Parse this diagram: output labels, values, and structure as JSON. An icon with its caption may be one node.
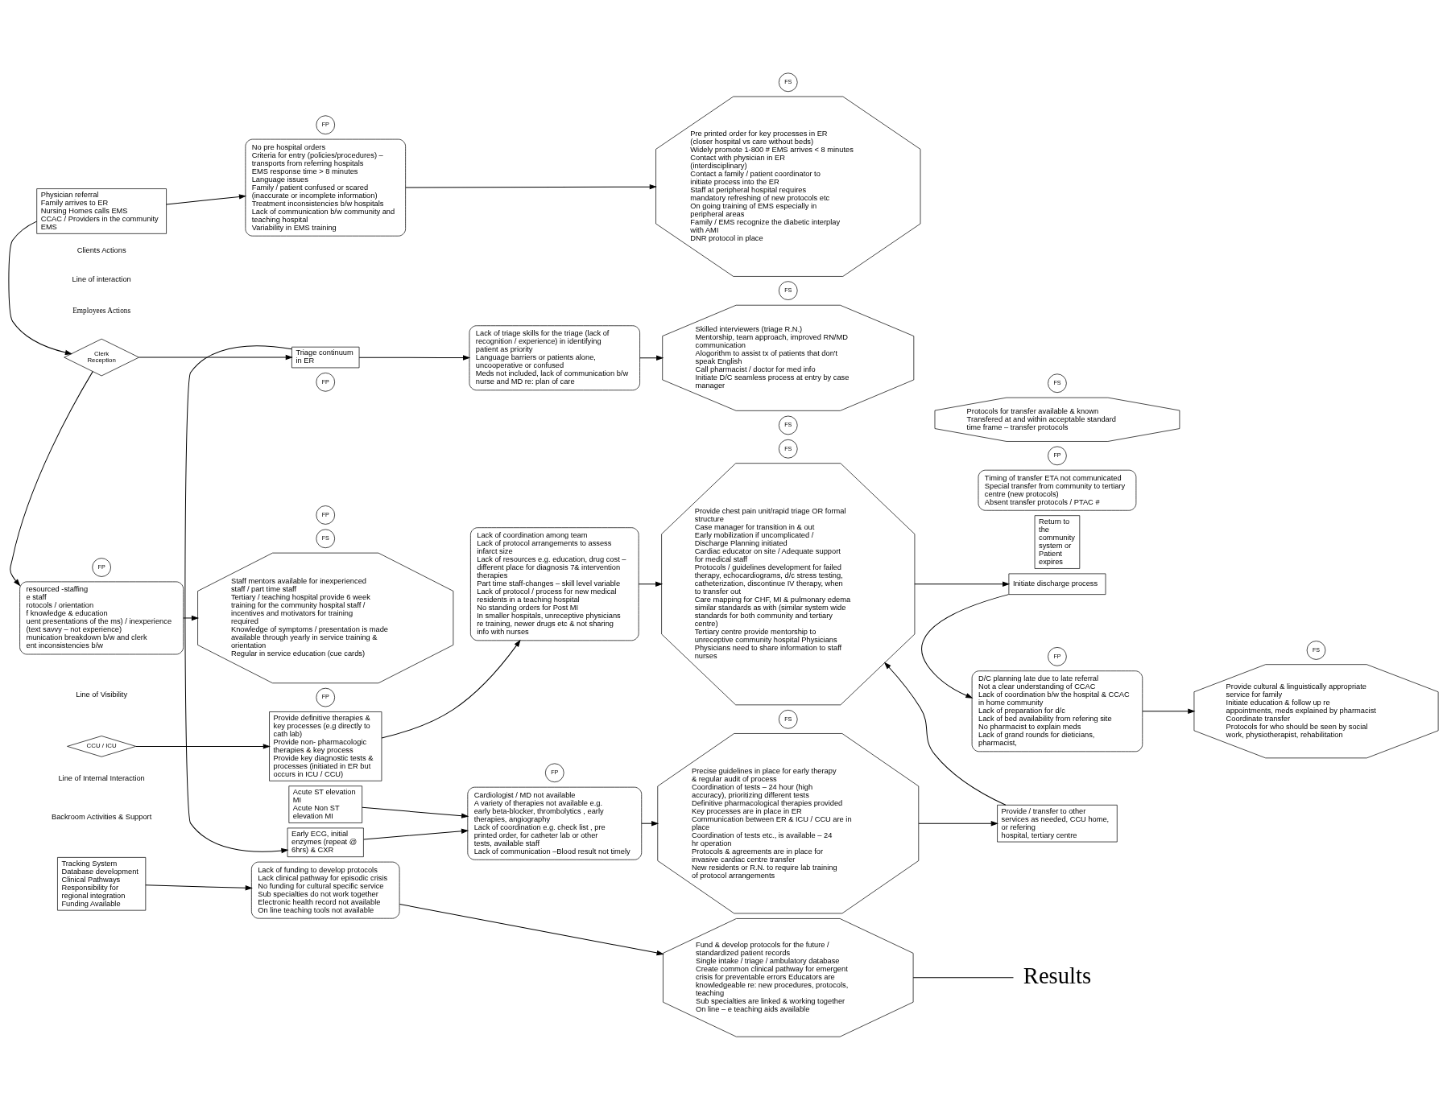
{
  "diagram": {
    "nodes": [
      {
        "text": [
          "Physician referral",
          "Family arrives to ER",
          "Nursing Homes calls EMS",
          "CCAC / Providers in the community",
          "EMS"
        ]
      },
      {
        "text": [
          "FP"
        ]
      },
      {
        "text": [
          "No pre hospital orders",
          "Criteria for entry (policies/procedures) – transports from referring hospitals",
          "EMS response time > 8 minutes",
          "Language issues",
          "Family / patient confused or scared (inaccurate or incomplete information)",
          "Treatment inconsistencies b/w hospitals",
          "Lack of communication b/w community and teaching hospital",
          "Variability in EMS training"
        ]
      },
      {
        "text": [
          "FS"
        ]
      },
      {
        "text": [
          "Pre printed order for key processes in ER (closer hospital vs care without beds)",
          "Widely promote 1-800 # EMS arrives < 8 minutes",
          "Contact with physician in ER (interdisciplinary)",
          "Contact a family / patient coordinator to initiate process into the ER",
          "Staff at peripheral hospital requires mandatory refreshing of new protocols etc",
          "On going training of EMS especially in peripheral areas",
          "Family / EMS recognize the diabetic interplay with AMI",
          "DNR protocol in place"
        ]
      },
      {
        "text": [
          "Return to the community system or Patient expires"
        ]
      },
      {
        "text": [
          "Triage continuum",
          "in ER"
        ]
      },
      {
        "text": [
          "FP"
        ]
      },
      {
        "text": [
          "Lack of triage skills for the triage (lack of recognition / experience) in identifying patient as priority",
          "Language barriers or patients alone, uncooperative or confused",
          "Meds not included, lack of communication b/w nurse and MD re: plan of care"
        ]
      },
      {
        "text": [
          "FS"
        ]
      },
      {
        "text": [
          "Skilled interviewers (triage R.N.)",
          "Mentorship, team approach, improved RN/MD communication",
          "Alogorithm to assist tx of patients that don't speak English",
          "Call pharmacist / doctor for med info",
          "Initiate D/C seamless process at entry by case manager"
        ]
      },
      {
        "text": [
          "Clerk",
          "Reception"
        ]
      },
      {
        "text": [
          "FP"
        ]
      },
      {
        "text": [
          "resourced -staffing",
          "e staff",
          "rotocols / orientation",
          "f knowledge & education",
          "uent presentations of the ms) / inexperience (text savvy – not experience)",
          "munication breakdown b/w and clerk",
          "ent inconsistencies b/w"
        ]
      },
      {
        "text": [
          "Early ECG, initial enzymes (repeat @ 6hrs) & CXR"
        ]
      },
      {
        "text": [
          "Acute ST elevation MI",
          "Acute Non ST elevation MI"
        ]
      },
      {
        "text": [
          "FP"
        ]
      },
      {
        "text": [
          "Cardiologist / MD not available",
          "A variety of therapies not available e.g. early beta-blocker, thrombolytics , early therapies, angiography",
          "Lack of coordination e.g. check list , pre printed order, for catheter lab or other tests, available staff",
          "Lack of communication –Blood result not timely"
        ]
      },
      {
        "text": [
          "FS"
        ]
      },
      {
        "text": [
          "Precise guidelines in place for early therapy & regular audit of process",
          "Coordination of tests – 24 hour (high accuracy), prioritizing different tests",
          "Definitive pharmacological therapies provided",
          "Key processes are in place in ER",
          "Communication between ER & ICU / CCU are in place",
          "Coordination of tests etc., is available – 24 hr operation",
          "Protocols & agreements are in place for invasive cardiac centre transfer",
          "New residents or R.N. to require lab training of protocol arrangements"
        ]
      },
      {
        "text": [
          "Timing of transfer ETA not communicated",
          "Special transfer from community to tertiary centre (new protocols)",
          "Absent transfer protocols / PTAC #"
        ]
      },
      {
        "text": [
          "FP"
        ]
      },
      {
        "text": [
          "Provide / transfer to other services as needed, CCU home, or refering",
          "hospital, tertiary centre"
        ]
      },
      {
        "text": [
          "FS"
        ]
      },
      {
        "text": [
          "Protocols for transfer available & known",
          "Transfered at and within acceptable standard time frame – transfer protocols"
        ]
      },
      {
        "text": [
          "FS"
        ]
      },
      {
        "text": [
          "Staff mentors available for inexperienced staff / part time staff",
          "Tertiary / teaching hospital provide 6 week training for the community hospital staff / incentives and motivators for training required",
          "Knowledge of symptoms / presentation is made available through yearly in service training & orientation",
          "Regular in service education (cue cards)"
        ]
      },
      {
        "text": [
          "CCU / ICU"
        ]
      },
      {
        "text": [
          "FP"
        ]
      },
      {
        "text": [
          "Provide definitive therapies & key processes (e.g directly to cath lab)",
          "Provide non- pharmacologic therapies & key process",
          "Provide key diagnostic tests & processes (initiated in ER but occurs in ICU / CCU)"
        ]
      },
      {
        "text": [
          "Lack of coordination among team",
          "Lack of protocol arrangements to assess infarct size",
          "Lack of resources e.g. education, drug cost – different place for diagnosis 7& intervention therapies",
          "Part time staff-changes – skill level variable",
          "Lack of protocol / process for new medical residents in a teaching hospital",
          "No standing orders for Post MI",
          "In smaller hospitals, unreceptive physicians re training, newer drugs etc & not sharing info with nurses"
        ]
      },
      {
        "text": [
          "FS"
        ]
      },
      {
        "text": [
          "Provide chest pain unit/rapid triage OR formal structure",
          "Case manager for transition in & out",
          "Early mobilization if uncomplicated / Discharge Planning initiated",
          "Cardiac educator on site / Adequate support for medical staff",
          "Protocols / guidelines development for failed therapy, echocardiograms, d/c stress testing, catheterization, discontinue IV therapy, when to transfer out",
          "Care mapping for CHF, MI & pulmonary edema similar standards as with (similar system wide standards for both community and tertiary centre)",
          "Tertiary centre provide mentorship to unreceptive community hospital Physicians",
          "Physicians need to share information to staff nurses"
        ]
      },
      {
        "text": [
          "Initiate discharge process"
        ]
      },
      {
        "text": [
          "FP"
        ]
      },
      {
        "text": [
          "D/C planning late due to late referral",
          "Not a clear understanding of CCAC",
          "Lack of coordination b/w the hospital & CCAC in home community",
          "Lack of preparation for d/c",
          "Lack of bed availability from refering site",
          "No pharmacist to explain meds",
          "Lack of grand rounds for dieticians, pharmacist,"
        ]
      },
      {
        "text": [
          "FS"
        ]
      },
      {
        "text": [
          "Provide cultural & linguistically appropriate service for family",
          "Initiate education & follow up re appointments, meds explained by pharmacist",
          "Coordinate transfer",
          "Protocols for who should be seen by social work, physiotherapist, rehabilitation"
        ]
      },
      {
        "text": [
          "Tracking System",
          "Database development",
          "Clinical Pathways",
          "Responsibility for regional integration",
          "Funding Available"
        ]
      },
      {
        "text": [
          "FP"
        ]
      },
      {
        "text": [
          "Lack of funding to develop protocols",
          "Lack clinical pathway for episodic crisis",
          "No funding for cultural specific service",
          "Sub specialties do not work together",
          "Electronic health record not available",
          "On line teaching tools not available"
        ]
      },
      {
        "text": [
          "FS"
        ]
      },
      {
        "text": [
          "Fund & develop protocols for the future / standardized patient records",
          "Single intake / triage / ambulatory database",
          "Create common clinical pathway for emergent crisis for preventable errors Educators are knowledgeable re: new procedures, protocols, teaching",
          "Sub specialties are linked & working together",
          "On line – e teaching aids available"
        ]
      },
      {
        "text": [
          "Results"
        ]
      }
    ],
    "edges": [
      {
        "from": 0,
        "to": 2,
        "arrow": "to"
      },
      {
        "from": 0,
        "to": 11,
        "arrow": "to"
      },
      {
        "from": 2,
        "to": 4,
        "arrow": "to"
      },
      {
        "from": 11,
        "to": 6,
        "arrow": "to"
      },
      {
        "from": 6,
        "to": 8,
        "arrow": "to"
      },
      {
        "from": 6,
        "to": 14,
        "arrow": "to"
      },
      {
        "from": 8,
        "to": 10,
        "arrow": "to"
      },
      {
        "from": 11,
        "to": 13,
        "arrow": "to"
      },
      {
        "from": 14,
        "to": 17,
        "arrow": "to"
      },
      {
        "from": 15,
        "to": 17,
        "arrow": "to"
      },
      {
        "from": 17,
        "to": 19,
        "arrow": "to"
      },
      {
        "from": 13,
        "to": 26,
        "arrow": "to"
      },
      {
        "from": 19,
        "to": 22,
        "arrow": "to"
      },
      {
        "from": 22,
        "to": 32,
        "arrow": "to"
      },
      {
        "from": 27,
        "to": 29,
        "arrow": "to"
      },
      {
        "from": 29,
        "to": 30,
        "arrow": "to"
      },
      {
        "from": 30,
        "to": 32,
        "arrow": "to"
      },
      {
        "from": 32,
        "to": 33,
        "arrow": "to"
      },
      {
        "from": 33,
        "to": 35,
        "arrow": "to"
      },
      {
        "from": 35,
        "to": 37,
        "arrow": "to"
      },
      {
        "from": 38,
        "to": 40,
        "arrow": "to"
      },
      {
        "from": 40,
        "to": 42,
        "arrow": "to"
      },
      {
        "from": 42,
        "to": 43,
        "arrow": "none"
      }
    ],
    "labels": [
      "Clients Actions",
      "Line of interaction",
      "Employees Actions",
      "Line of Visibility",
      "Line of Internal Interaction",
      "Backroom Activities & Support"
    ]
  }
}
